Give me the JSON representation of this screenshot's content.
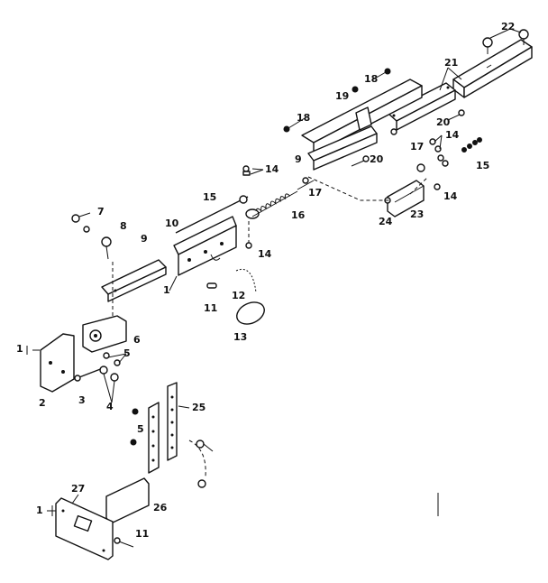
{
  "callouts": [
    "1",
    "2",
    "3",
    "4",
    "5",
    "6",
    "7",
    "8",
    "9",
    "10",
    "11",
    "12",
    "13",
    "14",
    "15",
    "16",
    "17",
    "18",
    "19",
    "20",
    "21",
    "22",
    "23",
    "24",
    "25",
    "26",
    "27"
  ],
  "labels": {
    "c1": "1",
    "c2": "2",
    "c3": "3",
    "c4": "4",
    "c5": "5",
    "c6": "6",
    "c7": "7",
    "c8": "8",
    "c9": "9",
    "c10": "10",
    "c11": "11",
    "c12": "12",
    "c13": "13",
    "c14": "14",
    "c15": "15",
    "c16": "16",
    "c17": "17",
    "c18": "18",
    "c19": "19",
    "c20": "20",
    "c21": "21",
    "c22": "22",
    "c23": "23",
    "c24": "24",
    "c25": "25",
    "c26": "26",
    "c27": "27"
  }
}
